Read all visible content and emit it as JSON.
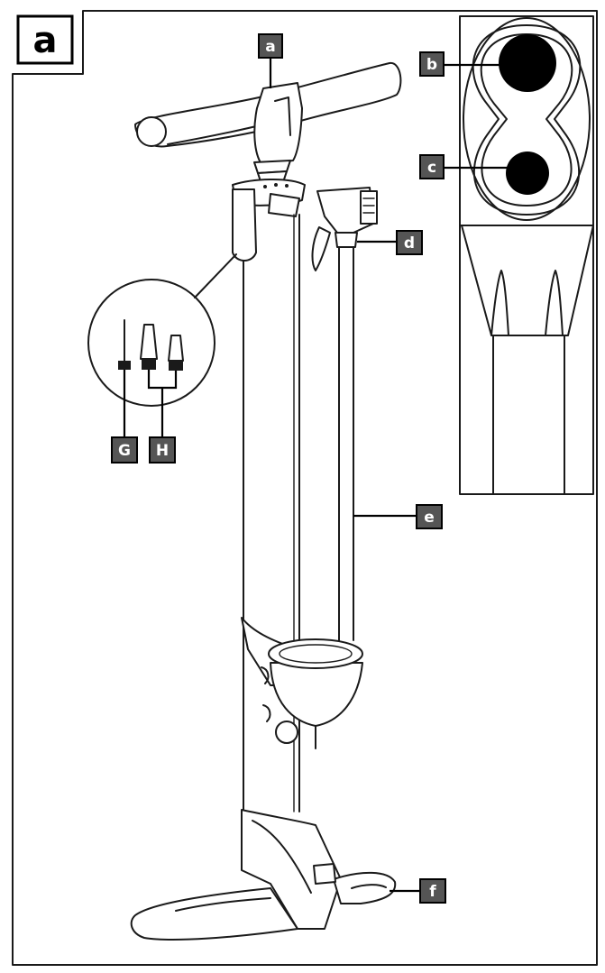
{
  "figure": {
    "panel_label": "a",
    "callouts": {
      "a": "a",
      "b": "b",
      "c": "c",
      "d": "d",
      "e": "e",
      "f": "f",
      "G": "G",
      "H": "H"
    }
  },
  "colors": {
    "line": "#1a1a1a",
    "tag_fill": "#555555",
    "tag_text": "#ffffff",
    "background": "#ffffff"
  }
}
